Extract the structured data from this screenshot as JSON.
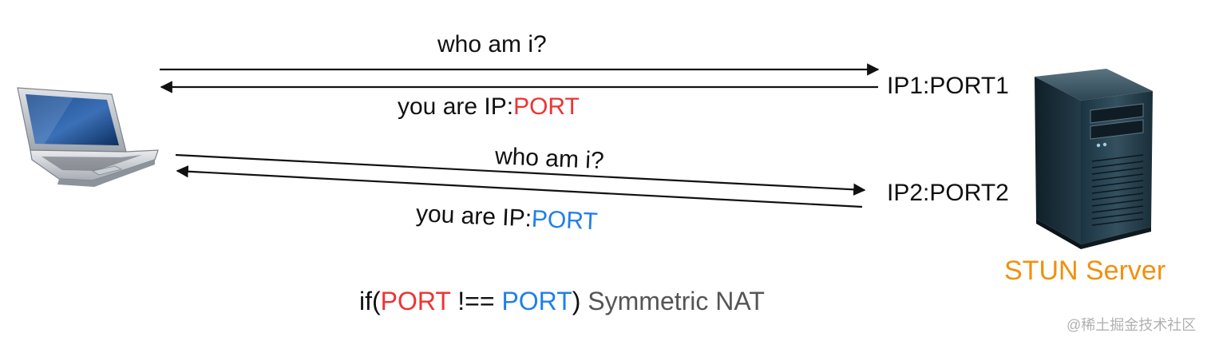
{
  "colors": {
    "red": "#ee3333",
    "blue": "#1f7fe8",
    "orange": "#f0900e",
    "gray": "#555555",
    "watermark": "#b0b0b0",
    "arrow": "#111111"
  },
  "icons": {
    "client": "laptop-icon",
    "server": "server-tower-icon"
  },
  "exchange1": {
    "request": "who am i?",
    "reply_prefix": "you are IP:",
    "reply_port": "PORT",
    "server_address": "IP1:PORT1"
  },
  "exchange2": {
    "request": "who am i?",
    "reply_prefix": "you are IP:",
    "reply_port": "PORT",
    "server_address": "IP2:PORT2"
  },
  "server": {
    "label": "STUN Server"
  },
  "condition": {
    "open": "if(",
    "port_a": "PORT",
    "operator": " !== ",
    "port_b": "PORT",
    "close": ")",
    "result": " Symmetric NAT"
  },
  "watermark": "@稀土掘金技术社区"
}
